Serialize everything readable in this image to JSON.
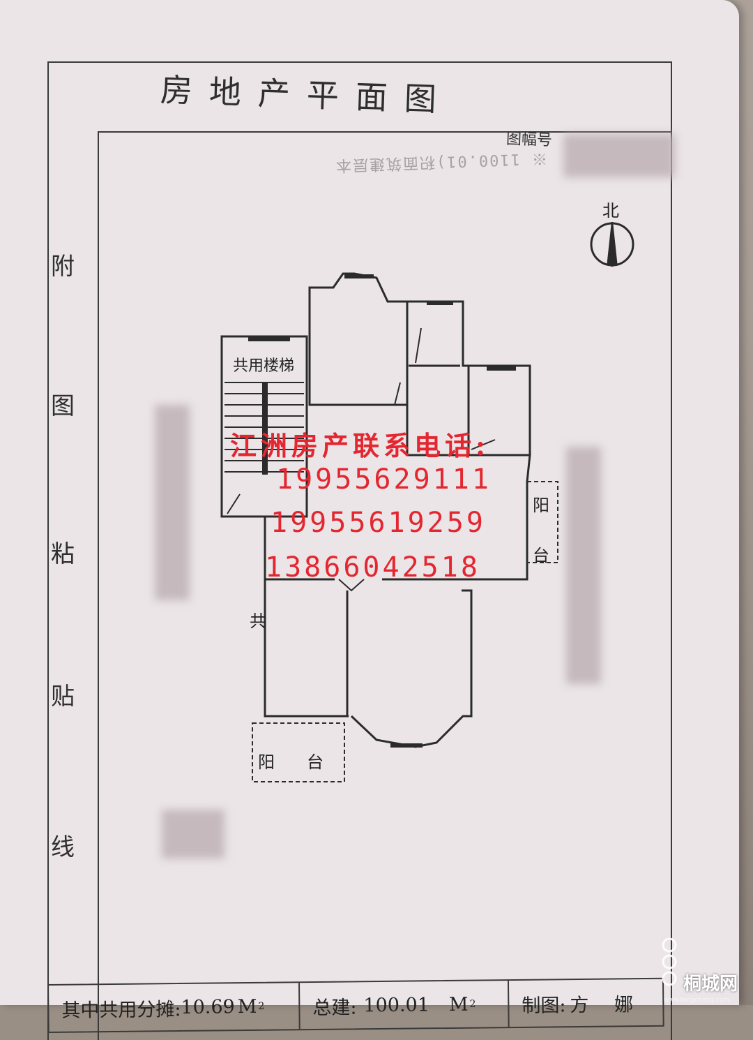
{
  "document": {
    "title": "房地产平面图",
    "sheet_no_label": "图幅号",
    "mirror_text": "※ 1100.01)积面筑建层本",
    "north_label": "北",
    "side_labels": [
      "附",
      "图",
      "粘",
      "贴",
      "线"
    ],
    "rooms": {
      "stair": "共用楼梯",
      "balcony_right_1": "阳",
      "balcony_right_2": "台",
      "shared": "共",
      "balcony_bottom_1": "阳",
      "balcony_bottom_2": "台"
    }
  },
  "overlay": {
    "contact_title": "江洲房产联系电话:",
    "phones": [
      "19955629111",
      "19955619259",
      "13866042518"
    ],
    "color": "#e3262f"
  },
  "footer": {
    "shared_area_label": "其中共用分摊:",
    "shared_area_value": "10.69",
    "shared_area_unit": "M",
    "total_label": "总建:",
    "total_value": "100.01",
    "total_unit": "M",
    "unit_sup": "2",
    "drafter_label": "制图:",
    "drafter_name": "方 娜"
  },
  "watermark": {
    "site": "桐城网",
    "site_sub": "www.tongcheng.com"
  }
}
